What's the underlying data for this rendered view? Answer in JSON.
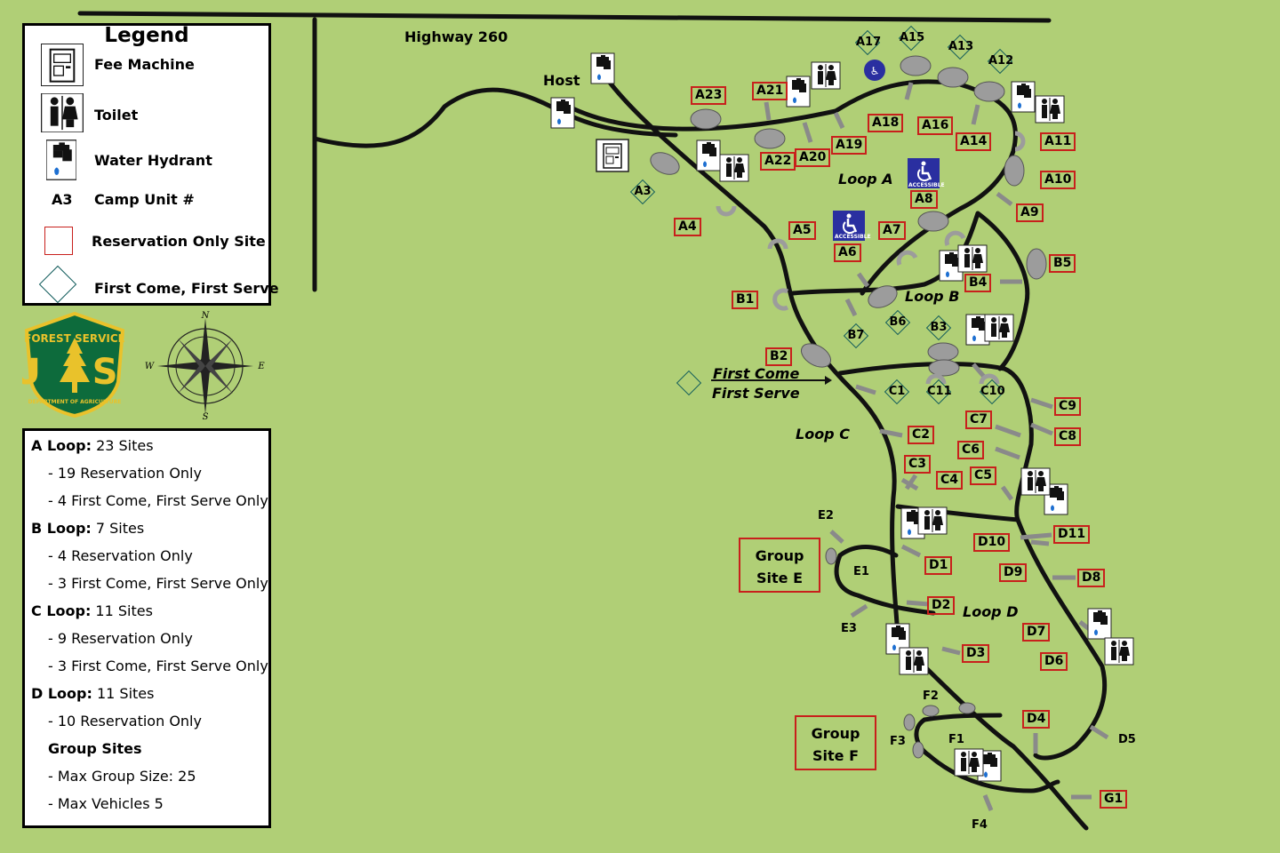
{
  "map_title": "Highway 260",
  "host_label": "Host",
  "legend": {
    "title": "Legend",
    "items": [
      {
        "label": "Fee Machine",
        "icon": "fee-machine-icon"
      },
      {
        "label": "Toilet",
        "icon": "toilet-icon"
      },
      {
        "label": "Water Hydrant",
        "icon": "water-hydrant-icon"
      },
      {
        "label": "Camp Unit #",
        "icon": "camp-unit-number",
        "sample": "A3"
      },
      {
        "label": "Reservation Only Site",
        "icon": "red-square-icon"
      },
      {
        "label": "First Come, First Serve",
        "icon": "blue-diamond-icon"
      }
    ]
  },
  "logo": {
    "top_text": "FOREST SERVICE",
    "letters": "U S",
    "bottom_text": "DEPARTMENT OF AGRICULTURE"
  },
  "compass": {
    "n": "N",
    "s": "S",
    "e": "E",
    "w": "W"
  },
  "stats": [
    {
      "bold": "A Loop:",
      "text": " 23 Sites",
      "indent": false
    },
    {
      "bold": "",
      "text": "- 19 Reservation Only",
      "indent": true
    },
    {
      "bold": "",
      "text": "- 4 First Come, First Serve Only",
      "indent": true
    },
    {
      "bold": "B Loop:",
      "text": " 7 Sites",
      "indent": false
    },
    {
      "bold": "",
      "text": "- 4 Reservation Only",
      "indent": true
    },
    {
      "bold": "",
      "text": "- 3 First Come, First Serve Only",
      "indent": true
    },
    {
      "bold": "C Loop:",
      "text": " 11 Sites",
      "indent": false
    },
    {
      "bold": "",
      "text": "- 9 Reservation Only",
      "indent": true
    },
    {
      "bold": "",
      "text": "- 3 First Come, First Serve Only",
      "indent": true
    },
    {
      "bold": "D Loop:",
      "text": " 11 Sites",
      "indent": false
    },
    {
      "bold": "",
      "text": "- 10 Reservation Only",
      "indent": true
    },
    {
      "bold": "Group Sites",
      "text": "",
      "indent": true
    },
    {
      "bold": "",
      "text": "- Max Group Size: 25",
      "indent": true
    },
    {
      "bold": "",
      "text": "- Max Vehicles 5",
      "indent": true
    }
  ],
  "loop_labels": [
    "Loop A",
    "Loop B",
    "Loop C",
    "Loop D"
  ],
  "first_come_label": [
    "First Come",
    "First Serve"
  ],
  "group_sites": [
    {
      "line1": "Group",
      "line2": "Site E"
    },
    {
      "line1": "Group",
      "line2": "Site F"
    }
  ],
  "reservation_sites": [
    "A23",
    "A21",
    "A18",
    "A16",
    "A14",
    "A11",
    "A10",
    "A9",
    "A19",
    "A20",
    "A22",
    "A8",
    "A7",
    "A6",
    "A5",
    "A4",
    "B1",
    "B2",
    "B4",
    "B5",
    "C7",
    "C9",
    "C8",
    "C2",
    "C6",
    "C3",
    "C5",
    "C4",
    "D10",
    "D11",
    "D1",
    "D9",
    "D8",
    "D2",
    "D7",
    "D6",
    "D3",
    "D4",
    "G1"
  ],
  "first_come_sites": [
    "A17",
    "A15",
    "A13",
    "A12",
    "A3",
    "B7",
    "B6",
    "B3",
    "C1",
    "C11",
    "C10"
  ],
  "plain_sites": [
    "E1",
    "E2",
    "E3",
    "F1",
    "F2",
    "F3",
    "F4",
    "D5"
  ],
  "accessible_label": "ACCESSIBLE",
  "colors": {
    "background": "#b0cf76",
    "road": "#111111",
    "reservation_border": "#c8201c",
    "first_come_border": "#115b5b",
    "pad": "#9c9c9c"
  }
}
